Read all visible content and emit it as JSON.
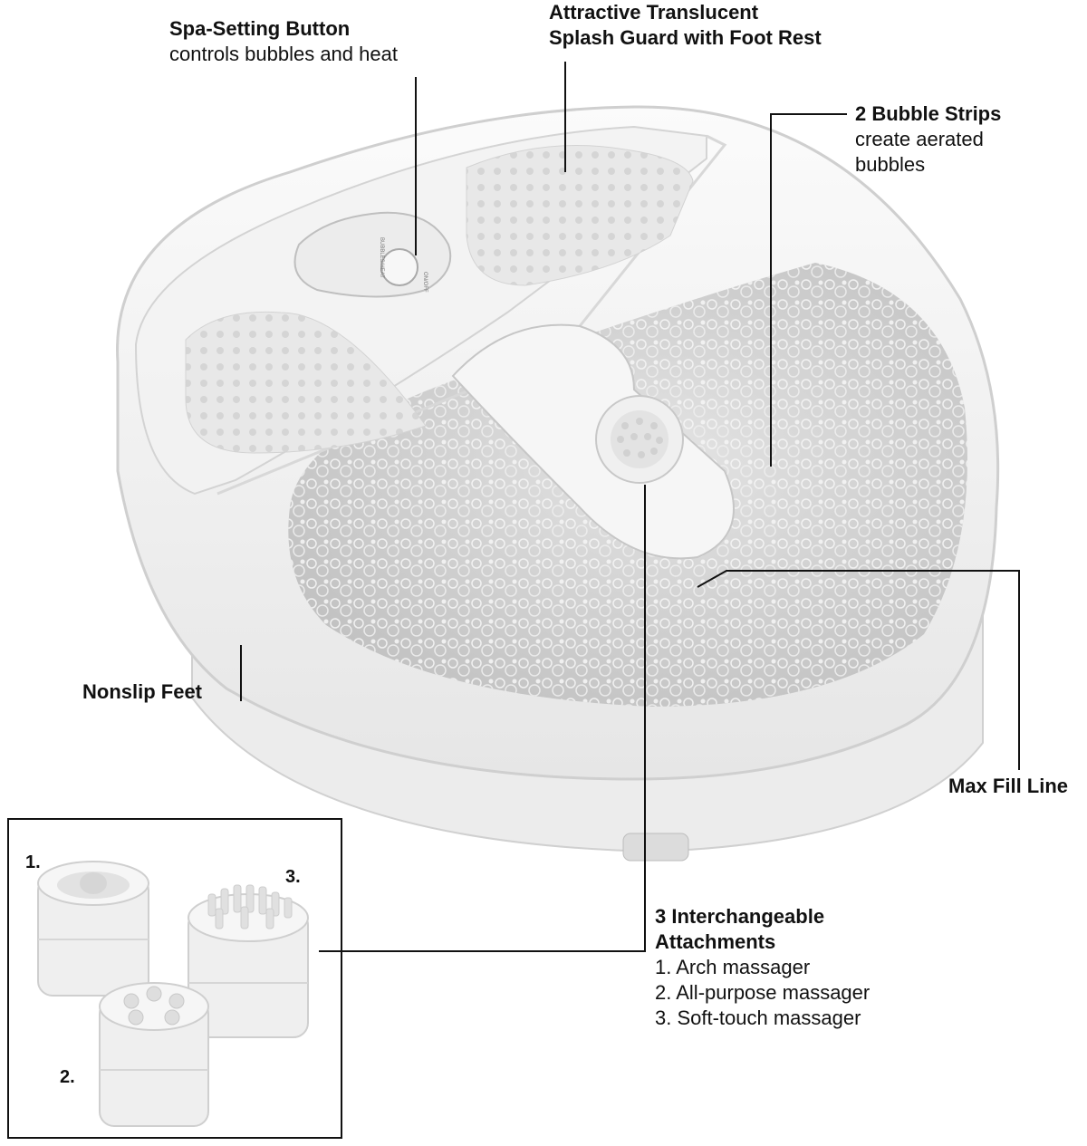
{
  "labels": {
    "spa_setting": {
      "title": "Spa-Setting Button",
      "desc": "controls bubbles and heat"
    },
    "splash_guard": {
      "line1": "Attractive Translucent",
      "line2": "Splash Guard with Foot Rest"
    },
    "bubble_strips": {
      "title": "2 Bubble Strips",
      "desc1": "create aerated",
      "desc2": "bubbles"
    },
    "nonslip_feet": {
      "title": "Nonslip Feet"
    },
    "max_fill": {
      "title": "Max Fill Line"
    },
    "attachments": {
      "title1": "3 Interchangeable",
      "title2": "Attachments",
      "items": [
        "1. Arch massager",
        "2. All-purpose massager",
        "3. Soft-touch massager"
      ]
    }
  },
  "inset": {
    "num1": "1.",
    "num2": "2.",
    "num3": "3."
  },
  "control_panel": {
    "text_top": "BUBBLES/HEAT",
    "text_bottom": "ON/OFF"
  },
  "colors": {
    "tub": "#f1f1f1",
    "water": "#cfcfcf",
    "outline": "#c8c8c8",
    "text": "#111111"
  }
}
